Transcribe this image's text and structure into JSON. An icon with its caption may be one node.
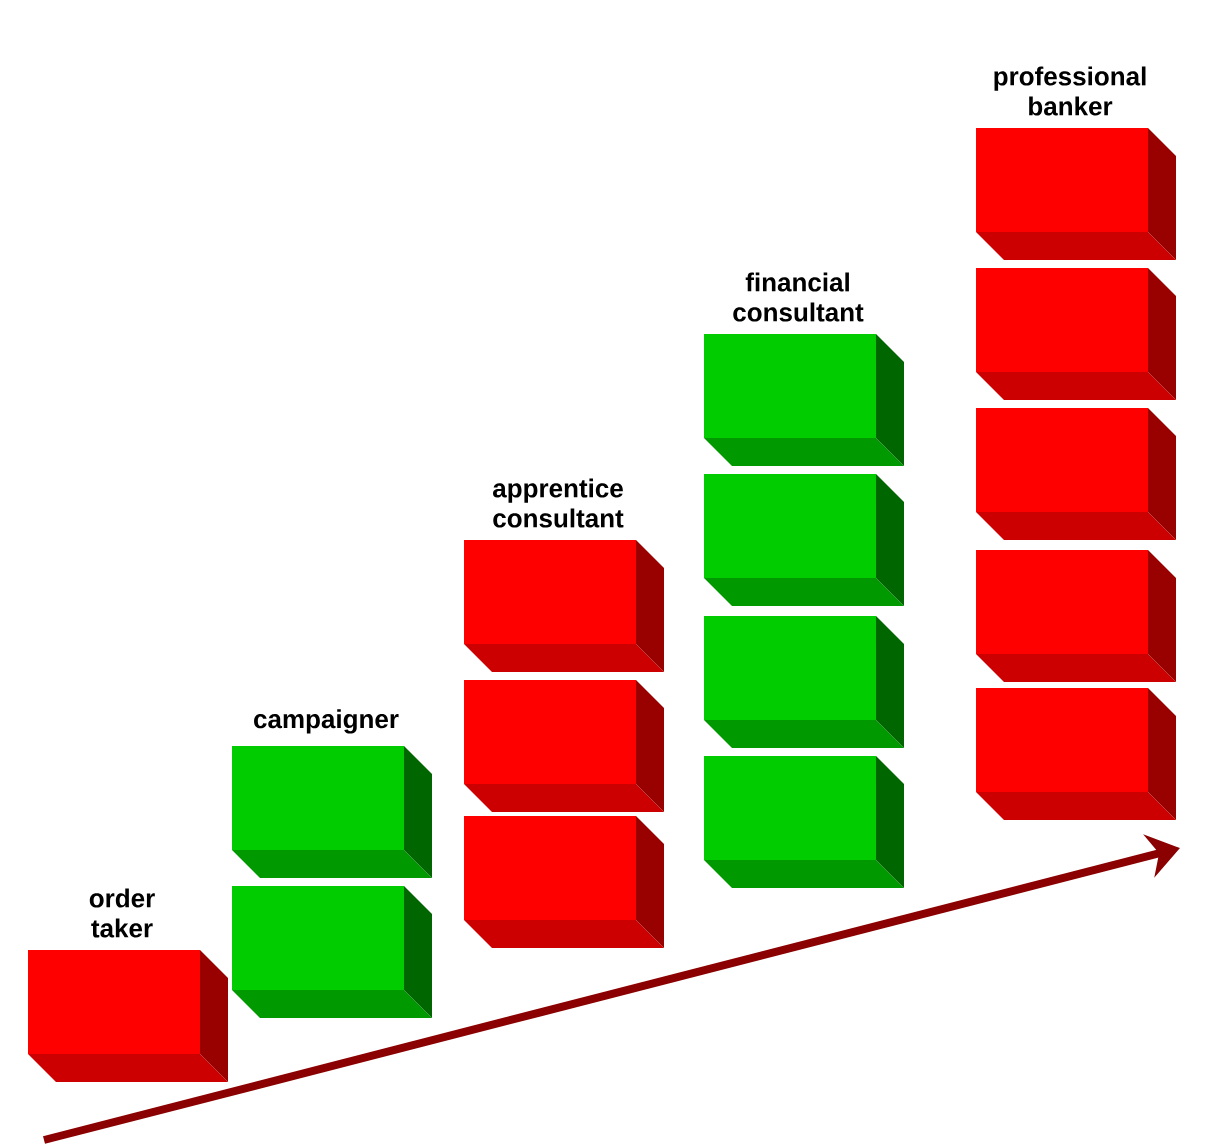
{
  "diagram": {
    "nodes": [
      {
        "text": [
          "order taker"
        ]
      },
      {
        "text": [
          "campaigner"
        ]
      },
      {
        "text": [],
        "shape": "box"
      },
      {
        "text": [
          "apprentice consultant"
        ]
      },
      {
        "text": [],
        "shape": "box"
      },
      {
        "text": [],
        "shape": "box"
      },
      {
        "text": [
          "financial consultant"
        ]
      },
      {
        "text": [],
        "shape": "box"
      },
      {
        "text": [],
        "shape": "box"
      },
      {
        "text": [],
        "shape": "box"
      },
      {
        "text": [
          "professional banker"
        ]
      },
      {
        "text": [],
        "shape": "box"
      },
      {
        "text": [],
        "shape": "box"
      },
      {
        "text": [],
        "shape": "box"
      },
      {
        "text": [],
        "shape": "box"
      }
    ],
    "edges": []
  }
}
